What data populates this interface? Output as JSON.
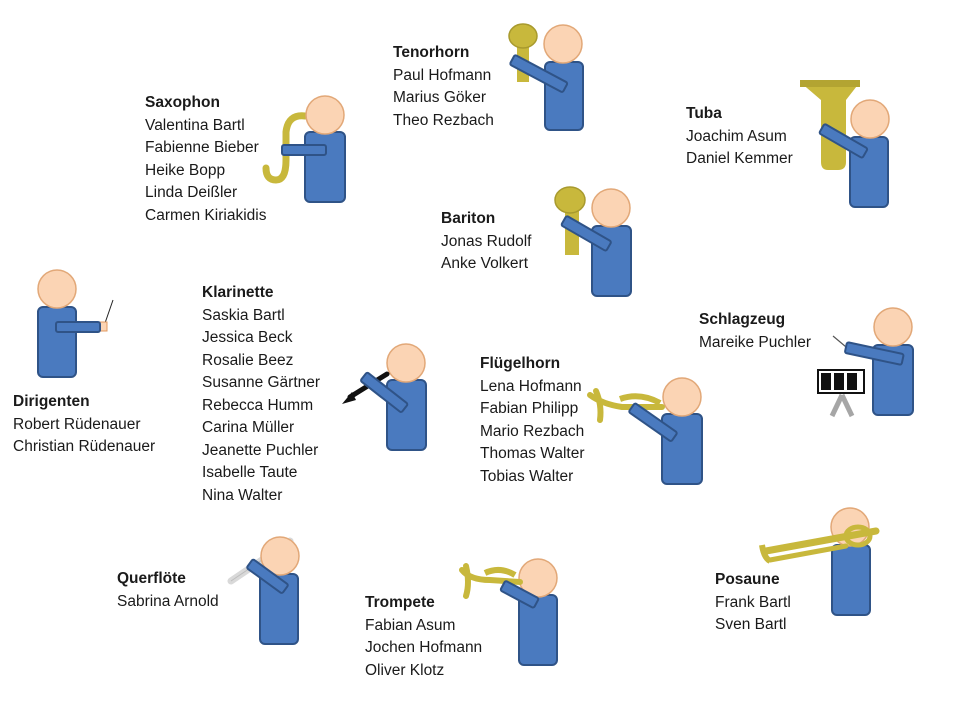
{
  "colors": {
    "body": "#4a7abf",
    "body_stroke": "#2f5387",
    "head": "#fbd4b4",
    "head_stroke": "#e2a878",
    "brass": "#c8b83c",
    "brass_stroke": "#9f9028"
  },
  "groups": [
    {
      "id": "tenorhorn",
      "title": "Tenorhorn",
      "icon": "tenor-horn-icon",
      "members": [
        "Paul Hofmann",
        "Marius Göker",
        "Theo Rezbach"
      ]
    },
    {
      "id": "saxophon",
      "title": "Saxophon",
      "icon": "saxophone-icon",
      "members": [
        "Valentina Bartl",
        "Fabienne Bieber",
        "Heike Bopp",
        "Linda Deißler",
        "Carmen Kiriakidis"
      ]
    },
    {
      "id": "tuba",
      "title": "Tuba",
      "icon": "tuba-icon",
      "members": [
        "Joachim Asum",
        "Daniel Kemmer"
      ]
    },
    {
      "id": "bariton",
      "title": "Bariton",
      "icon": "baritone-icon",
      "members": [
        "Jonas Rudolf",
        "Anke Volkert"
      ]
    },
    {
      "id": "klarinette",
      "title": "Klarinette",
      "icon": "clarinet-icon",
      "members": [
        "Saskia Bartl",
        "Jessica Beck",
        "Rosalie Beez",
        "Susanne Gärtner",
        "Rebecca Humm",
        "Carina Müller",
        "Jeanette Puchler",
        "Isabelle Taute",
        "Nina Walter"
      ]
    },
    {
      "id": "schlagzeug",
      "title": "Schlagzeug",
      "icon": "drum-icon",
      "members": [
        "Mareike Puchler"
      ]
    },
    {
      "id": "fluegelhorn",
      "title": "Flügelhorn",
      "icon": "flugelhorn-icon",
      "members": [
        "Lena Hofmann",
        "Fabian Philipp",
        "Mario Rezbach",
        "Thomas Walter",
        "Tobias Walter"
      ]
    },
    {
      "id": "dirigenten",
      "title": "Dirigenten",
      "icon": "baton-icon",
      "members": [
        "Robert Rüdenauer",
        "Christian Rüdenauer"
      ]
    },
    {
      "id": "querfloete",
      "title": "Querflöte",
      "icon": "flute-icon",
      "members": [
        "Sabrina Arnold"
      ]
    },
    {
      "id": "posaune",
      "title": "Posaune",
      "icon": "trombone-icon",
      "members": [
        "Frank Bartl",
        "Sven Bartl"
      ]
    },
    {
      "id": "trompete",
      "title": "Trompete",
      "icon": "trumpet-icon",
      "members": [
        "Fabian Asum",
        "Jochen Hofmann",
        "Oliver Klotz"
      ]
    }
  ]
}
